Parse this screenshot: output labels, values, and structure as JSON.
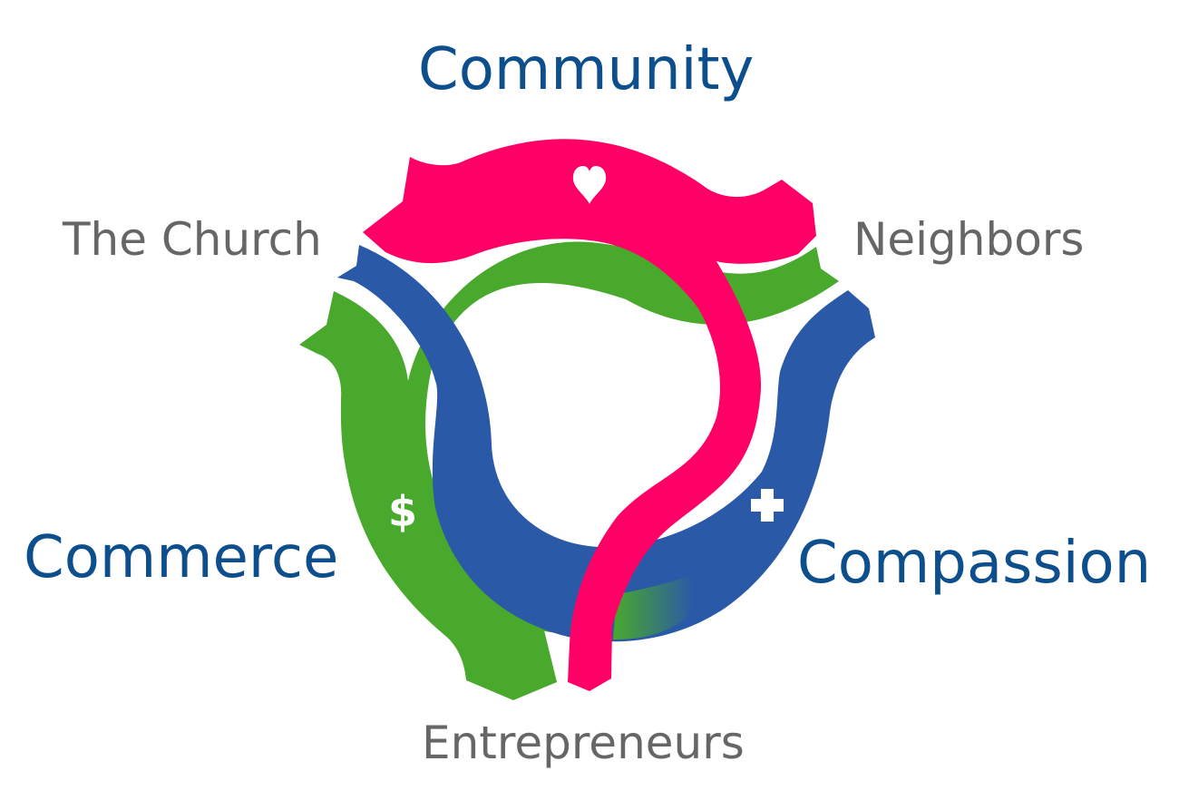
{
  "labels": {
    "community": "Community",
    "commerce": "Commerce",
    "compassion": "Compassion",
    "church": "The Church",
    "neighbors": "Neighbors",
    "entrepreneurs": "Entrepreneurs"
  },
  "symbols": {
    "dollar": "$",
    "heart_icon": "heart-icon",
    "plus_icon": "plus-icon"
  },
  "colors": {
    "pink": "#ff0066",
    "green": "#48a92c",
    "blue": "#2a59a7",
    "primary_text": "#0d4f8c",
    "secondary_text": "#666666"
  }
}
